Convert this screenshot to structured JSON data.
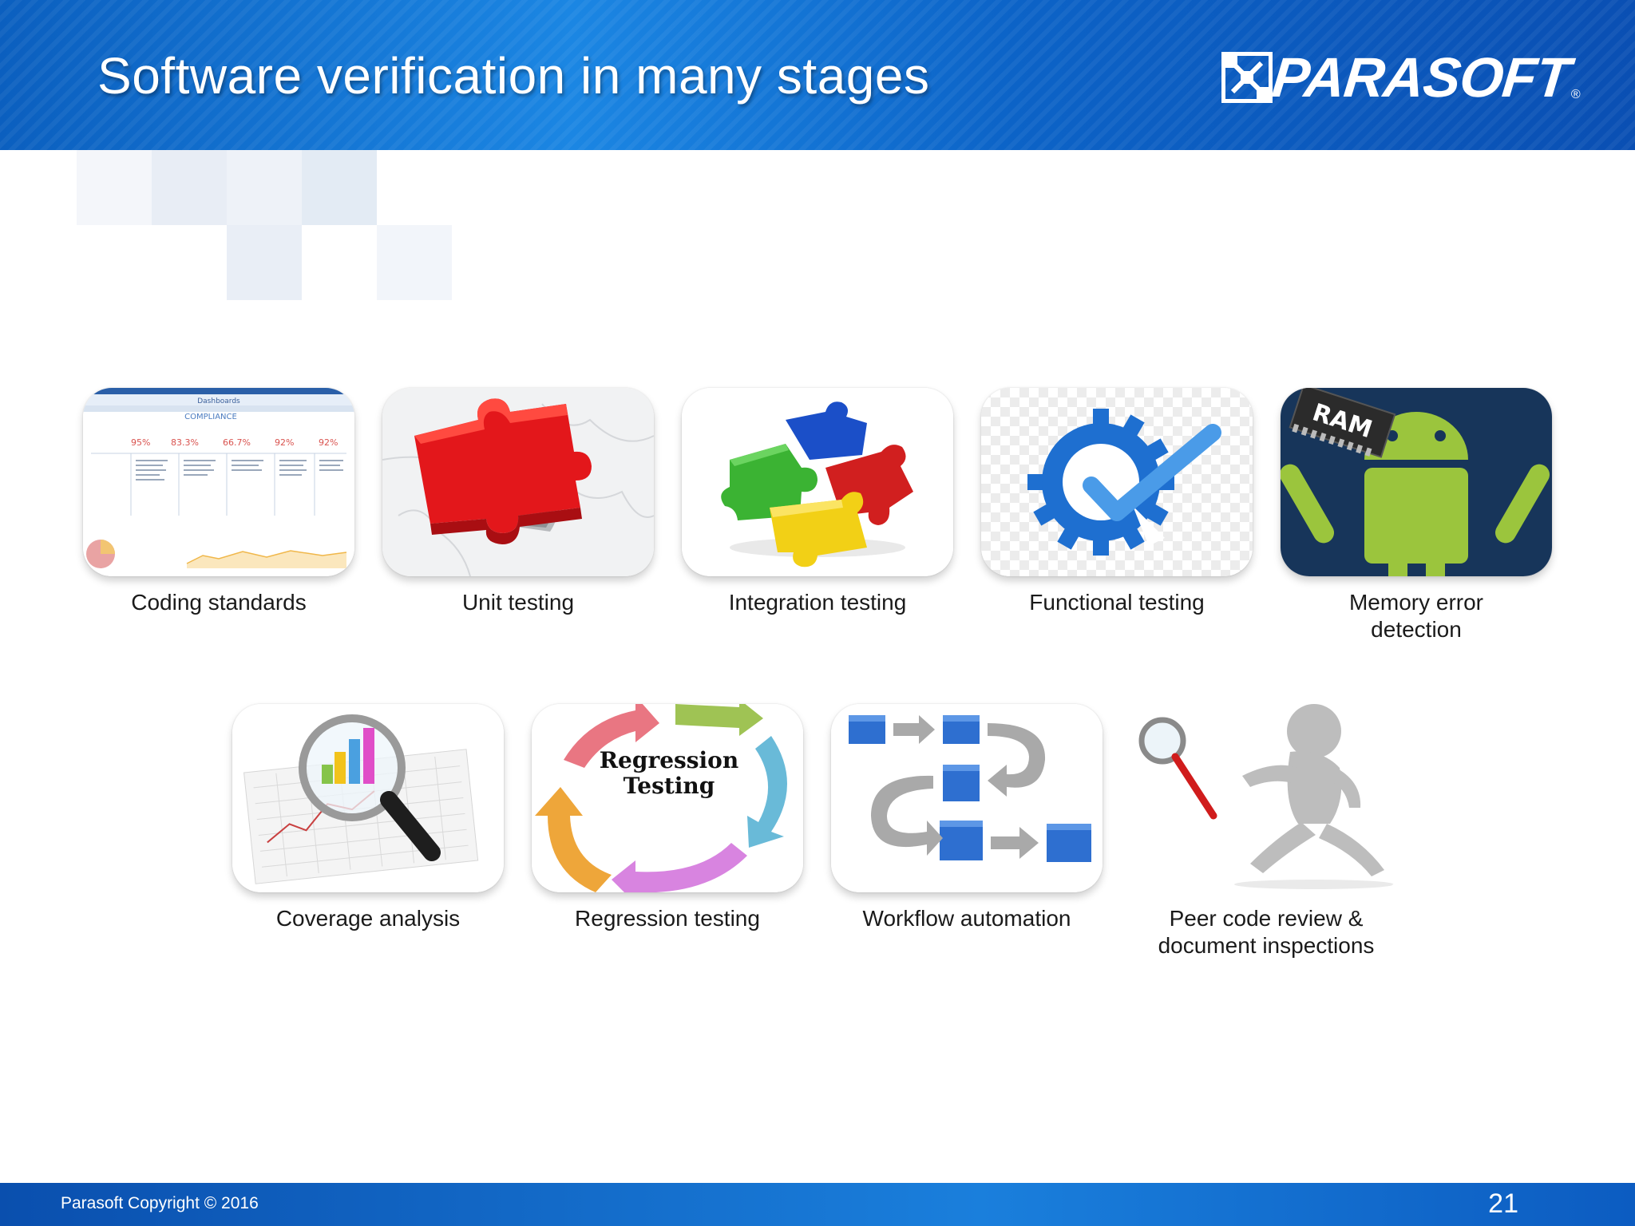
{
  "slide": {
    "title": "Software verification in many stages",
    "logo": "PARASOFT",
    "logo_mark": "®"
  },
  "row1": [
    {
      "caption": "Coding standards",
      "icon": "dashboard-screenshot-icon"
    },
    {
      "caption": "Unit testing",
      "icon": "puzzle-piece-icon"
    },
    {
      "caption": "Integration testing",
      "icon": "puzzle-cluster-icon"
    },
    {
      "caption": "Functional testing",
      "icon": "gear-checkmark-icon"
    },
    {
      "caption": "Memory error\ndetection",
      "icon": "android-ram-icon"
    }
  ],
  "row2": [
    {
      "caption": "Coverage analysis",
      "icon": "magnifier-chart-icon"
    },
    {
      "caption": "Regression testing",
      "icon": "regression-cycle-icon"
    },
    {
      "caption": "Workflow automation",
      "icon": "workflow-blocks-icon"
    },
    {
      "caption": "Peer code review &\ndocument inspections",
      "icon": "figure-magnifier-icon"
    }
  ],
  "dashboard": {
    "title": "Dashboards",
    "subtitle": "COMPLIANCE",
    "stats": [
      "95%",
      "83.3%",
      "66.7%",
      "92%",
      "92%"
    ]
  },
  "ram_label": "RAM",
  "regression_label": [
    "Regression",
    "Testing"
  ],
  "footer": {
    "copyright": "Parasoft Copyright © 2016",
    "page_number": "21"
  },
  "colors": {
    "header_blue": "#0b5fbf",
    "accent_blue": "#1a7fdc",
    "android_green": "#9bc53d",
    "android_bg": "#17355a"
  }
}
